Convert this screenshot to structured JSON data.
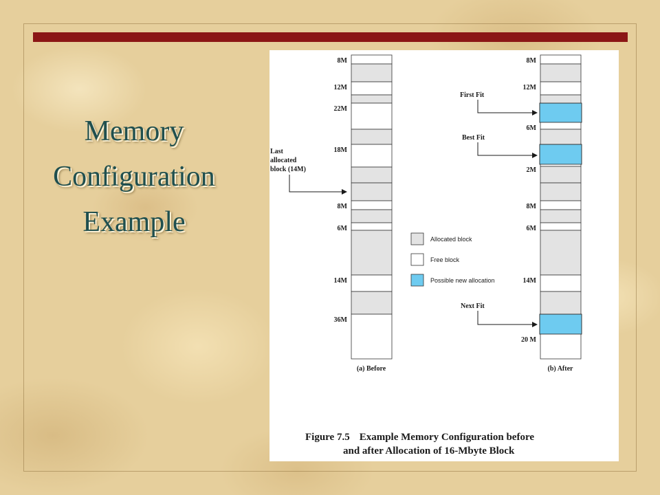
{
  "slide": {
    "title_lines": [
      "Memory",
      "Configuration",
      "Example"
    ]
  },
  "colors": {
    "title_bar": "#8b1616",
    "title_text": "#1f4f4f",
    "allocated": "#e3e3e3",
    "free": "#ffffff",
    "new_allocation": "#6ecbf0"
  },
  "figure": {
    "before": {
      "label": "(a) Before",
      "blocks": [
        {
          "kind": "free",
          "size": "8M"
        },
        {
          "kind": "allocated"
        },
        {
          "kind": "free",
          "size": "12M"
        },
        {
          "kind": "allocated"
        },
        {
          "kind": "free",
          "size": "22M"
        },
        {
          "kind": "allocated"
        },
        {
          "kind": "free",
          "size": "18M"
        },
        {
          "kind": "allocated"
        },
        {
          "kind": "allocated"
        },
        {
          "kind": "free",
          "size": "8M"
        },
        {
          "kind": "allocated"
        },
        {
          "kind": "free",
          "size": "6M"
        },
        {
          "kind": "allocated"
        },
        {
          "kind": "free",
          "size": "14M"
        },
        {
          "kind": "allocated"
        },
        {
          "kind": "free",
          "size": "36M"
        }
      ],
      "annotation": {
        "lines": [
          "Last",
          "allocated",
          "block (14M)"
        ]
      }
    },
    "after": {
      "label": "(b) After",
      "blocks": [
        {
          "kind": "free",
          "size": "8M"
        },
        {
          "kind": "allocated"
        },
        {
          "kind": "free",
          "size": "12M"
        },
        {
          "kind": "allocated"
        },
        {
          "kind": "new"
        },
        {
          "kind": "free",
          "size": "6M"
        },
        {
          "kind": "allocated"
        },
        {
          "kind": "new"
        },
        {
          "kind": "free",
          "size": "2M"
        },
        {
          "kind": "allocated"
        },
        {
          "kind": "allocated"
        },
        {
          "kind": "free",
          "size": "8M"
        },
        {
          "kind": "allocated"
        },
        {
          "kind": "free",
          "size": "6M"
        },
        {
          "kind": "allocated"
        },
        {
          "kind": "free",
          "size": "14M"
        },
        {
          "kind": "allocated"
        },
        {
          "kind": "new"
        },
        {
          "kind": "free",
          "size": "20 M"
        }
      ],
      "annotations": [
        {
          "label": "First Fit"
        },
        {
          "label": "Best Fit"
        },
        {
          "label": "Next Fit"
        }
      ]
    },
    "legend": [
      {
        "kind": "allocated",
        "label": "Allocated block"
      },
      {
        "kind": "free",
        "label": "Free block"
      },
      {
        "kind": "new",
        "label": "Possible new allocation"
      }
    ],
    "caption": {
      "number": "Figure 7.5",
      "line1": "Example Memory Configuration before",
      "line2": "and after Allocation of 16-Mbyte Block"
    }
  }
}
